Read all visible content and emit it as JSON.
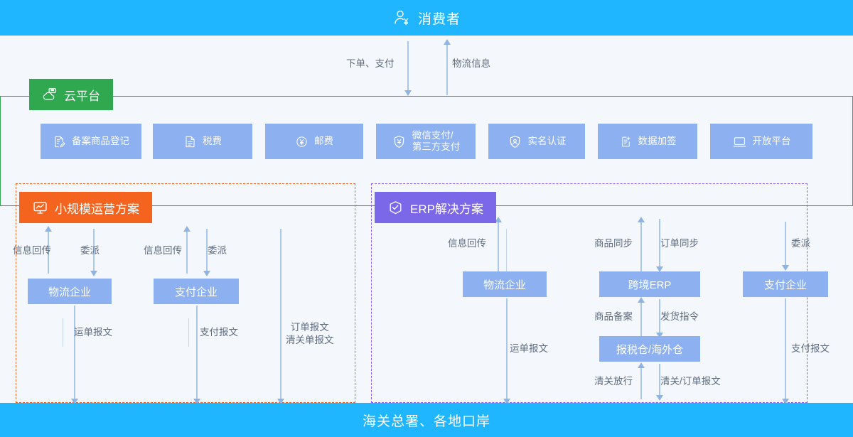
{
  "top_banner": {
    "label": "消费者",
    "icon": "user-yen-icon",
    "bg": "#1FB6FF"
  },
  "bottom_banner": {
    "label": "海关总署、各地口岸",
    "bg": "#1FB6FF"
  },
  "consumer_flows": [
    {
      "label": "下单、支付",
      "direction": "down"
    },
    {
      "label": "物流信息",
      "direction": "up"
    }
  ],
  "cloud_platform": {
    "tag_label": "云平台",
    "tag_icon": "cloud-server-icon",
    "tag_color": "#2FA84F",
    "services": [
      {
        "label": "备案商品登记",
        "icon": "document-edit-icon"
      },
      {
        "label": "税费",
        "icon": "tax-document-icon"
      },
      {
        "label": "邮费",
        "icon": "yen-circle-icon"
      },
      {
        "label": "微信支付/",
        "label2": "第三方支付",
        "icon": "shield-pay-icon"
      },
      {
        "label": "实名认证",
        "icon": "shield-user-icon"
      },
      {
        "label": "数据加签",
        "icon": "document-plus-icon"
      },
      {
        "label": "开放平台",
        "icon": "monitor-icon"
      }
    ]
  },
  "small_scheme": {
    "tag_label": "小规模运营方案",
    "tag_icon": "chart-monitor-icon",
    "tag_color": "#F4641E",
    "border_color": "#F4641E",
    "entities": [
      {
        "label": "物流企业"
      },
      {
        "label": "支付企业"
      }
    ],
    "flows_top": [
      {
        "label": "信息回传",
        "direction": "up"
      },
      {
        "label": "委派",
        "direction": "down"
      },
      {
        "label": "信息回传",
        "direction": "up"
      },
      {
        "label": "委派",
        "direction": "down"
      }
    ],
    "flows_bottom": [
      {
        "label": "运单报文",
        "direction": "down"
      },
      {
        "label": "支付报文",
        "direction": "down"
      },
      {
        "label": "订单报文",
        "label2": "清关单报文",
        "direction": "down"
      }
    ]
  },
  "erp_scheme": {
    "tag_label": "ERP解决方案",
    "tag_icon": "erp-checklist-icon",
    "tag_color": "#7B68E8",
    "border_color": "#8B5CF6",
    "entities": [
      {
        "label": "物流企业"
      },
      {
        "label": "跨境ERP"
      },
      {
        "label": "支付企业"
      },
      {
        "label": "报税仓/海外仓"
      }
    ],
    "flows_top": [
      {
        "label": "信息回传",
        "direction": "up"
      },
      {
        "label": "商品同步",
        "direction": "up"
      },
      {
        "label": "订单同步",
        "direction": "down"
      },
      {
        "label": "委派",
        "direction": "down"
      }
    ],
    "flows_mid": [
      {
        "label": "商品备案",
        "direction": "up"
      },
      {
        "label": "发货指令",
        "direction": "down"
      }
    ],
    "flows_bottom": [
      {
        "label": "运单报文",
        "direction": "down"
      },
      {
        "label": "清关放行",
        "direction": "up"
      },
      {
        "label": "清关/订单报文",
        "direction": "down"
      },
      {
        "label": "支付报文",
        "direction": "down"
      }
    ]
  },
  "colors": {
    "banner": "#1FB6FF",
    "service_box": "#8CB0F0",
    "entity_box": "#8CB0F0",
    "arrow": "#A9C6EC",
    "background": "#F4F8FD",
    "green": "#2FA84F",
    "orange": "#F4641E",
    "purple": "#7B68E8"
  }
}
